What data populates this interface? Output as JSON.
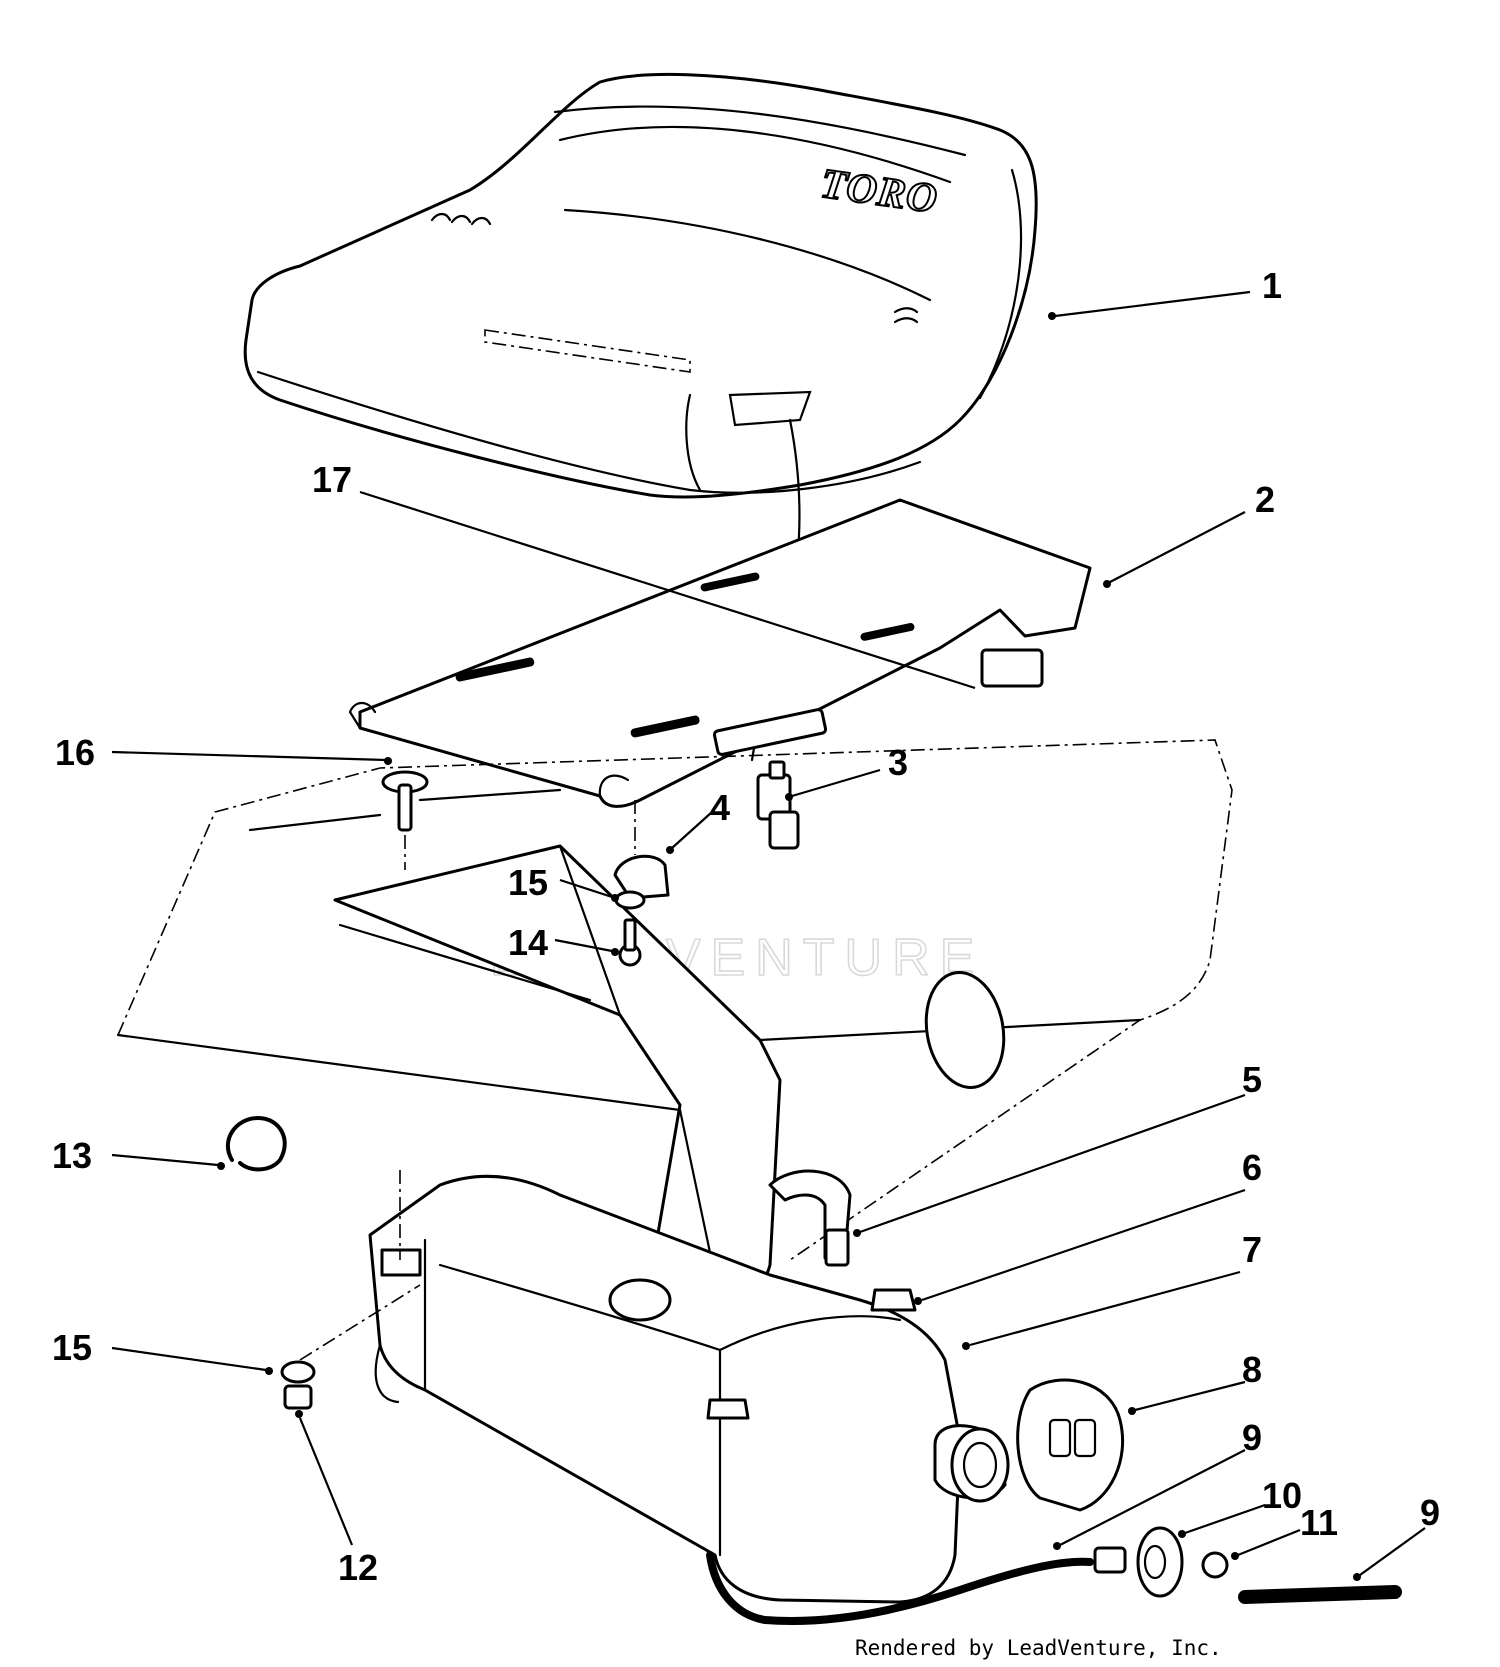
{
  "brand_text": "TORO",
  "watermark_text": "LEADVENTURE",
  "credit": "Rendered by LeadVenture, Inc.",
  "callouts": {
    "c1": "1",
    "c2": "2",
    "c3": "3",
    "c4": "4",
    "c5": "5",
    "c6": "6",
    "c7": "7",
    "c8": "8",
    "c9a": "9",
    "c9b": "9",
    "c10": "10",
    "c11": "11",
    "c12": "12",
    "c13": "13",
    "c14": "14",
    "c15a": "15",
    "c15b": "15",
    "c16": "16",
    "c17": "17"
  }
}
